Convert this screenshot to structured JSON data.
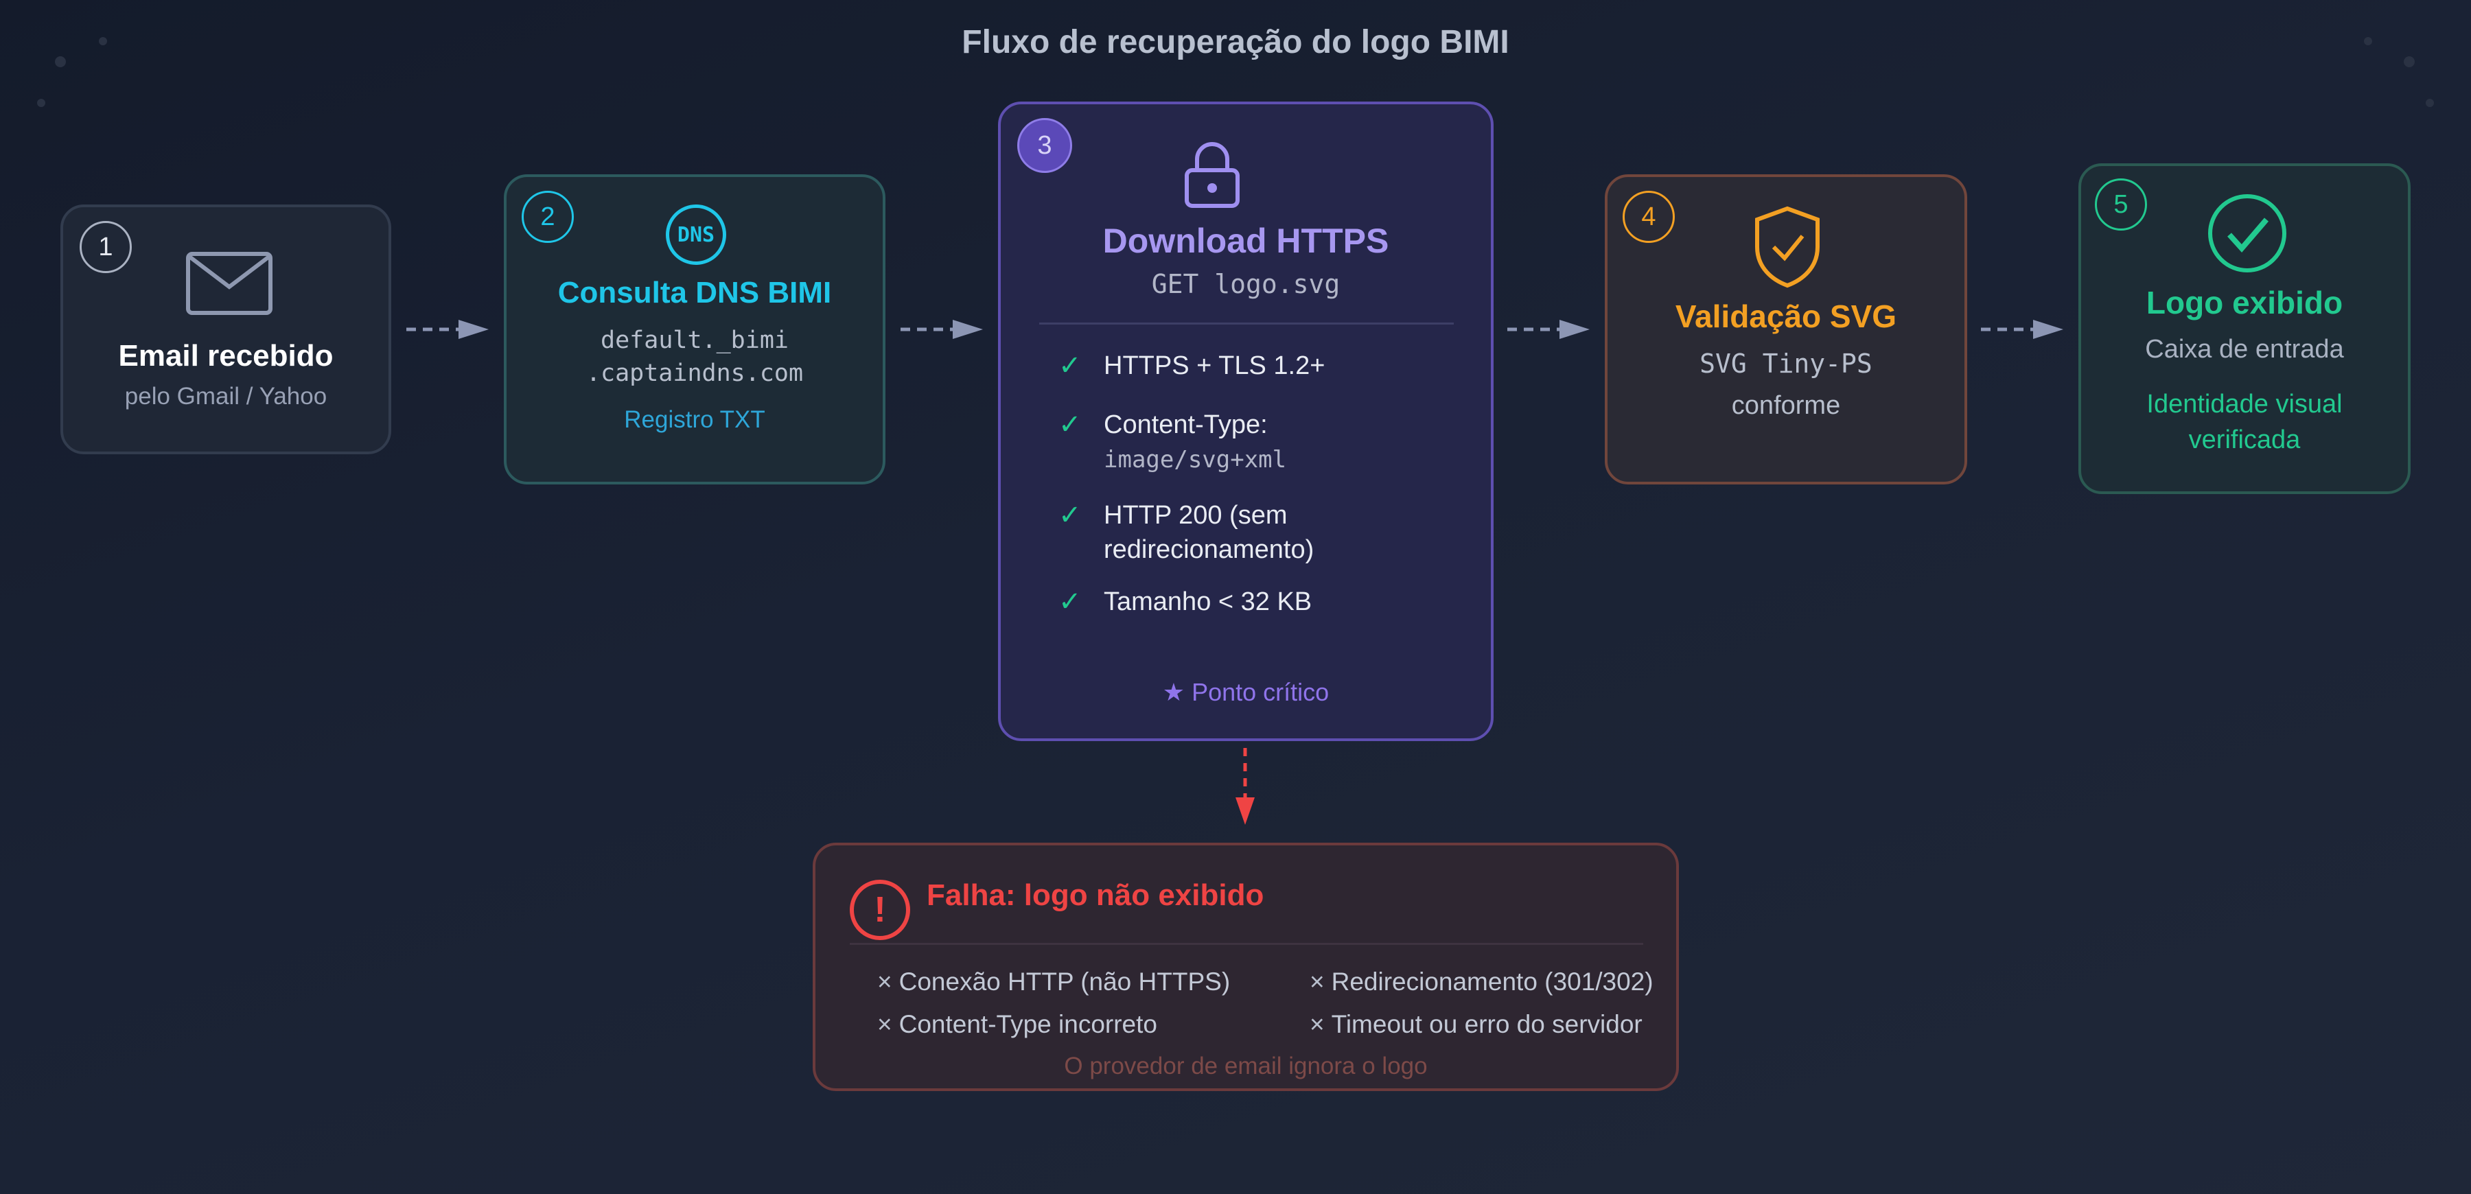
{
  "title": "Fluxo de recuperação do logo BIMI",
  "steps": [
    {
      "num": "1",
      "title": "Email recebido",
      "subtitle": "pelo Gmail / Yahoo",
      "icon": "envelope-icon"
    },
    {
      "num": "2",
      "icon_text": "DNS",
      "title": "Consulta DNS BIMI",
      "code_line1": "default._bimi",
      "code_line2": ".captaindns.com",
      "note": "Registro TXT",
      "icon": "dns-icon"
    },
    {
      "num": "3",
      "title": "Download HTTPS",
      "code": "GET logo.svg",
      "icon": "lock-icon",
      "checks": [
        {
          "line1": "HTTPS + TLS 1.2+"
        },
        {
          "line1": "Content-Type:",
          "line2": "image/svg+xml"
        },
        {
          "line1": "HTTP 200 (sem",
          "line2": "redirecionamento)"
        },
        {
          "line1": "Tamanho < 32 KB"
        }
      ],
      "footer": "Ponto crítico"
    },
    {
      "num": "4",
      "title": "Validação SVG",
      "line1": "SVG Tiny-PS",
      "line2": "conforme",
      "icon": "shield-check-icon"
    },
    {
      "num": "5",
      "title": "Logo exibido",
      "subtitle": "Caixa de entrada",
      "note_line1": "Identidade visual",
      "note_line2": "verificada",
      "icon": "check-circle-icon"
    }
  ],
  "failure": {
    "title": "Falha: logo não exibido",
    "icon": "exclamation-icon",
    "mark": "×",
    "items": [
      "Conexão HTTP (não HTTPS)",
      "Redirecionamento (301/302)",
      "Content-Type incorreto",
      "Timeout ou erro do servidor"
    ],
    "footer": "O provedor de email ignora o logo"
  },
  "colors": {
    "teal": "#1fc6e8",
    "purple": "#9f8ff0",
    "orange": "#f3a023",
    "green": "#22c98f",
    "red": "#ef4444"
  }
}
